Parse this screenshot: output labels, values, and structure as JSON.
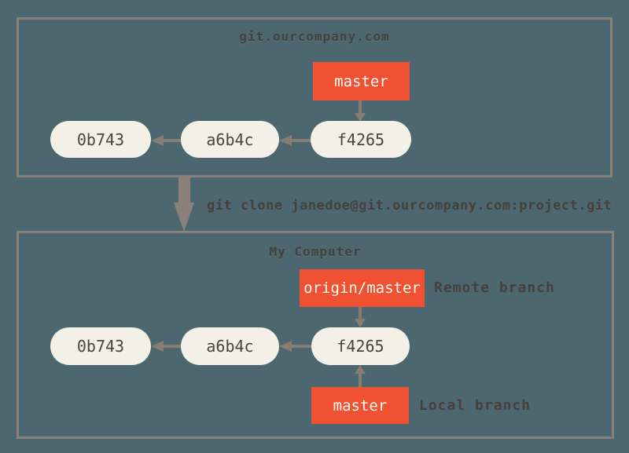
{
  "colors": {
    "background": "#4C6770",
    "box_border": "#8B8178",
    "node_fill": "#F2F0E7",
    "node_text": "#4A443C",
    "branch_fill": "#F05133",
    "branch_text": "#FFFDF4",
    "arrow": "#867E73",
    "label_text": "#46403A"
  },
  "remote_server": {
    "title": "git.ourcompany.com",
    "branch_tag": "master",
    "commits": [
      "0b743",
      "a6b4c",
      "f4265"
    ]
  },
  "clone": {
    "command": "git clone janedoe@git.ourcompany.com:project.git"
  },
  "local_machine": {
    "title": "My Computer",
    "remote_tracking_branch_tag": "origin/master",
    "remote_branch_caption": "Remote branch",
    "local_branch_tag": "master",
    "local_branch_caption": "Local branch",
    "commits": [
      "0b743",
      "a6b4c",
      "f4265"
    ]
  }
}
